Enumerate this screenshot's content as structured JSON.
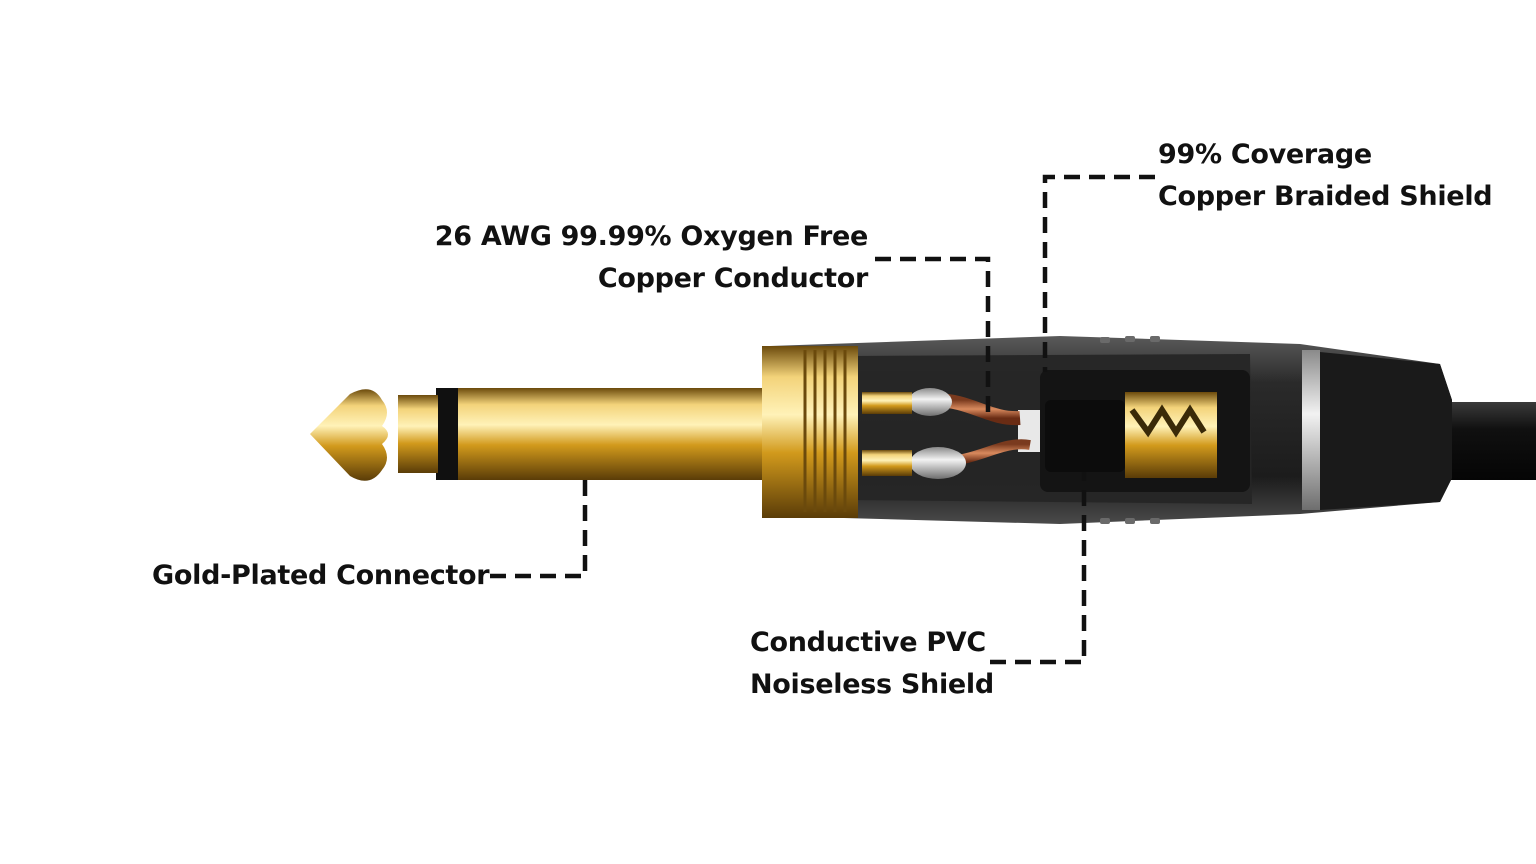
{
  "callouts": {
    "braided_shield": {
      "line1": "99% Coverage",
      "line2": "Copper Braided Shield"
    },
    "conductor": {
      "line1": "26 AWG 99.99% Oxygen Free",
      "line2": "Copper Conductor"
    },
    "connector": {
      "line1": "Gold-Plated Connector"
    },
    "pvc_shield": {
      "line1": "Conductive PVC",
      "line2": "Noiseless Shield"
    }
  },
  "colors": {
    "gold": "#d9a520",
    "gold_dark": "#7a5410",
    "housing": "#2b2b2b",
    "cable": "#151515",
    "copper": "#b5603a",
    "label": "#111111"
  }
}
